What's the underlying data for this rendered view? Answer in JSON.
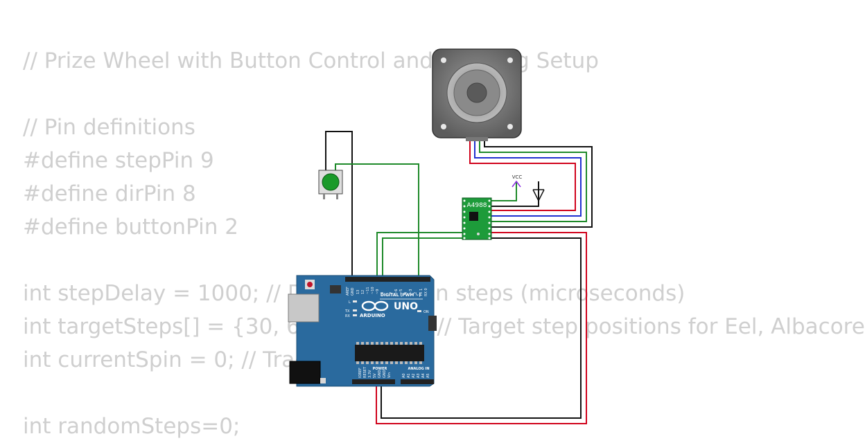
{
  "code_lines": [
    "// Prize Wheel with Button Control and Tracking Setup",
    "",
    "// Pin definitions",
    "#define stepPin 9",
    "#define dirPin 8",
    "#define buttonPin 2",
    "",
    "int stepDelay = 1000; // Delay between steps (microseconds)",
    "int targetSteps[] = {30, 60, 90, 120}; // Target step positions for Eel, Albacore",
    "int currentSpin = 0; // Tracks spin",
    "",
    "int randomSteps=0;"
  ],
  "board": {
    "name": "UNO",
    "brand": "ARDUINO",
    "digital_label": "DIGITAL (PWM ~)",
    "power_label": "POWER",
    "analog_label": "ANALOG IN",
    "on_label": "ON",
    "led_labels": [
      "L",
      "TX",
      "RX"
    ],
    "top_header_labels": [
      "AREF",
      "GND",
      "13",
      "12",
      "~11",
      "~10",
      "~9",
      "8",
      "7",
      "~6",
      "~5",
      "4",
      "~3",
      "2",
      "TX 1",
      "RX 0"
    ],
    "power_pins": [
      "IOREF",
      "RESET",
      "3.3V",
      "5V",
      "GND",
      "GND",
      "Vin"
    ],
    "analog_pins": [
      "A0",
      "A1",
      "A2",
      "A3",
      "A4",
      "A5"
    ],
    "color": "#2a6a9e"
  },
  "driver": {
    "label": "A4988",
    "color": "#1d9b3a"
  },
  "supply": {
    "label": "VCC"
  },
  "button": {
    "cap_color": "#1a9a2a"
  },
  "wire_colors": {
    "black": "#111111",
    "green": "#1e8a2a",
    "red": "#d0021b",
    "blue": "#1f2fd0"
  }
}
